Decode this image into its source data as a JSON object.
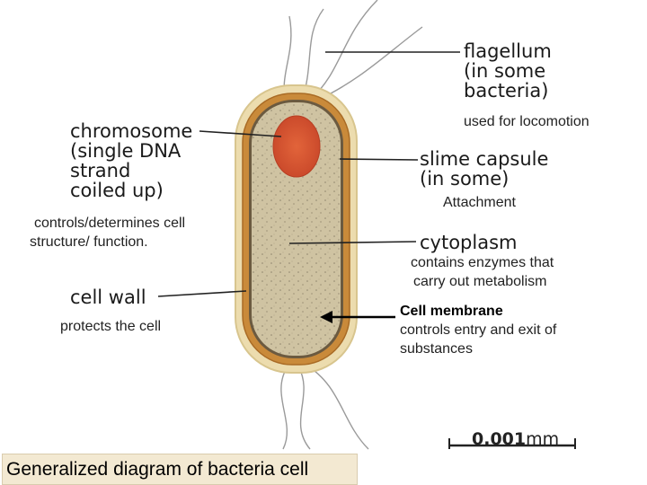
{
  "caption": "Generalized diagram of bacteria cell",
  "labels": {
    "flagellum": [
      "flagellum",
      "(in some",
      "bacteria)"
    ],
    "chromosome": [
      "chromosome",
      "(single DNA",
      "strand",
      "coiled up)"
    ],
    "slime_capsule": [
      "slime capsule",
      "(in some)"
    ],
    "cytoplasm": "cytoplasm",
    "cell_wall": "cell wall",
    "cell_membrane": "Cell membrane"
  },
  "notes": {
    "flagellum": "used for locomotion",
    "slime_capsule": "Attachment",
    "chromosome": [
      "controls/determines cell",
      "structure/ function."
    ],
    "cytoplasm": [
      "contains enzymes that",
      "carry out metabolism"
    ],
    "cell_wall": "protects the cell",
    "cell_membrane": [
      "controls entry and exit of",
      "substances"
    ]
  },
  "scale_bar": {
    "value": "0.001",
    "unit": "mm"
  },
  "colors": {
    "capsule": "#e9d8a6",
    "cell_wall": "#c98a3a",
    "cytoplasm": "#cdbf9c",
    "chromosome": "#d9542b",
    "flagella": "#9a9a9a"
  }
}
